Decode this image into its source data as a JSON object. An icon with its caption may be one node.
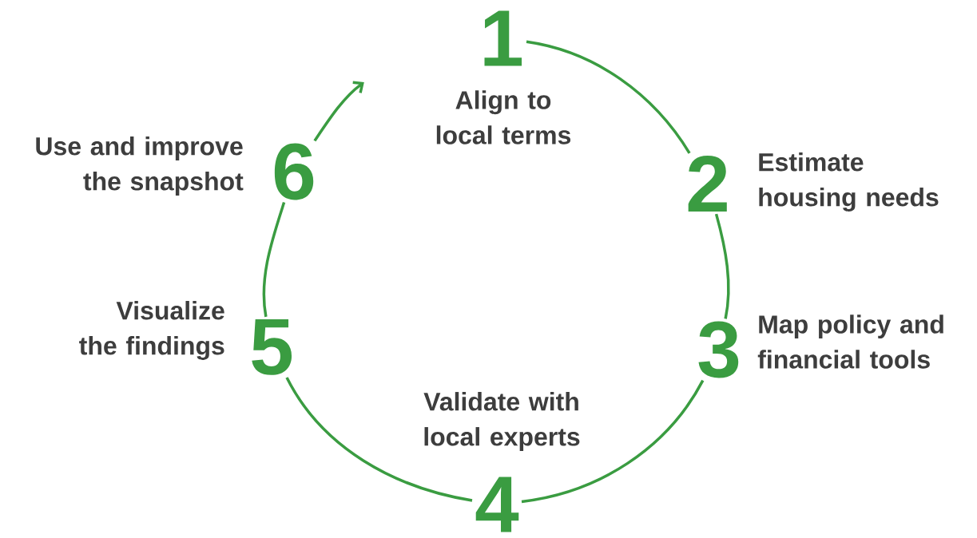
{
  "diagram": {
    "nodes": [
      {
        "text": [
          "1"
        ],
        "beside": [
          "Align to local terms"
        ]
      },
      {
        "text": [
          "2"
        ],
        "beside": [
          "Estimate housing needs"
        ]
      },
      {
        "text": [
          "3"
        ],
        "beside": [
          "Map policy and financial tools"
        ]
      },
      {
        "text": [
          "4"
        ],
        "beside": [
          "Validate with local experts"
        ]
      },
      {
        "text": [
          "5"
        ],
        "beside": [
          "Visualize the findings"
        ]
      },
      {
        "text": [
          "6"
        ],
        "beside": [
          "Use and improve the snapshot"
        ]
      }
    ],
    "edges": [
      {
        "from": 0,
        "to": 1,
        "arrow": "none"
      },
      {
        "from": 1,
        "to": 2,
        "arrow": "none"
      },
      {
        "from": 2,
        "to": 3,
        "arrow": "none"
      },
      {
        "from": 3,
        "to": 4,
        "arrow": "none"
      },
      {
        "from": 4,
        "to": 5,
        "arrow": "none"
      },
      {
        "from": 5,
        "to": null,
        "arrow": "to"
      }
    ]
  }
}
